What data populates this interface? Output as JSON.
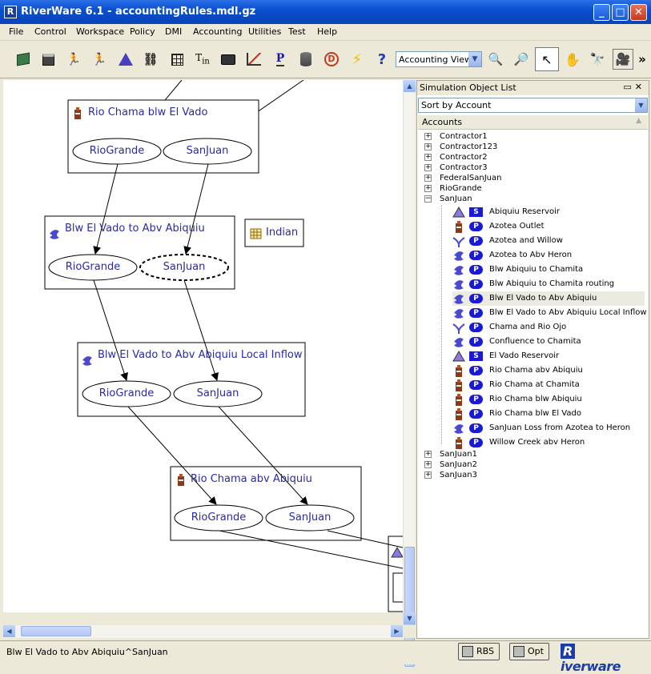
{
  "window": {
    "title": "RiverWare 6.1 - accountingRules.mdl.gz",
    "app_icon": "R"
  },
  "menu": [
    "File",
    "Control",
    "Workspace",
    "Policy",
    "DMI",
    "Accounting",
    "Utilities",
    "Test",
    "Help"
  ],
  "toolbar": {
    "view_select": "Accounting View"
  },
  "canvas": {
    "nodes": [
      {
        "name": "Rio Chama blw El Vado",
        "accounts": [
          "RioGrande",
          "SanJuan"
        ]
      },
      {
        "name": "Blw El Vado to Abv Abiquiu",
        "accounts": [
          "RioGrande",
          "SanJuan"
        ]
      },
      {
        "name": "Blw El Vado to Abv Abiquiu Local Inflow",
        "accounts": [
          "RioGrande",
          "SanJuan"
        ]
      },
      {
        "name": "Rio Chama abv Abiquiu",
        "accounts": [
          "RioGrande",
          "SanJuan"
        ]
      }
    ],
    "legend_box": "Indian"
  },
  "status": {
    "text": "Blw El Vado to Abv Abiquiu^SanJuan",
    "rbs": "RBS",
    "opt": "Opt",
    "logo": "iverware"
  },
  "panel": {
    "title": "Simulation Object List",
    "sort": "Sort by Account",
    "column": "Accounts",
    "accounts_before": [
      "Contractor1",
      "Contractor123",
      "Contractor2",
      "Contractor3",
      "FederalSanJuan",
      "RioGrande"
    ],
    "expanded": "SanJuan",
    "children": [
      {
        "icon": "reservoir",
        "badge": "S",
        "label": "Abiquiu Reservoir"
      },
      {
        "icon": "gage",
        "badge": "P",
        "label": "Azotea Outlet"
      },
      {
        "icon": "confluence",
        "badge": "P",
        "label": "Azotea and Willow"
      },
      {
        "icon": "reach",
        "badge": "P",
        "label": "Azotea to Abv Heron"
      },
      {
        "icon": "reach",
        "badge": "P",
        "label": "Blw Abiquiu to Chamita"
      },
      {
        "icon": "reach",
        "badge": "P",
        "label": "Blw Abiquiu to Chamita routing"
      },
      {
        "icon": "reach",
        "badge": "P",
        "label": "Blw El Vado to Abv Abiquiu"
      },
      {
        "icon": "reach",
        "badge": "P",
        "label": "Blw El Vado to Abv Abiquiu Local Inflow"
      },
      {
        "icon": "confluence",
        "badge": "P",
        "label": "Chama and Rio Ojo"
      },
      {
        "icon": "reach",
        "badge": "P",
        "label": "Confluence to Chamita"
      },
      {
        "icon": "reservoir",
        "badge": "S",
        "label": "El Vado Reservoir"
      },
      {
        "icon": "gage",
        "badge": "P",
        "label": "Rio Chama abv Abiquiu"
      },
      {
        "icon": "gage",
        "badge": "P",
        "label": "Rio Chama at Chamita"
      },
      {
        "icon": "gage",
        "badge": "P",
        "label": "Rio Chama blw Abiquiu"
      },
      {
        "icon": "gage",
        "badge": "P",
        "label": "Rio Chama blw El Vado"
      },
      {
        "icon": "reach",
        "badge": "P",
        "label": "SanJuan Loss from Azotea to Heron"
      },
      {
        "icon": "gage",
        "badge": "P",
        "label": "Willow Creek abv Heron"
      }
    ],
    "accounts_after": [
      "SanJuan1",
      "SanJuan2",
      "SanJuan3"
    ]
  }
}
